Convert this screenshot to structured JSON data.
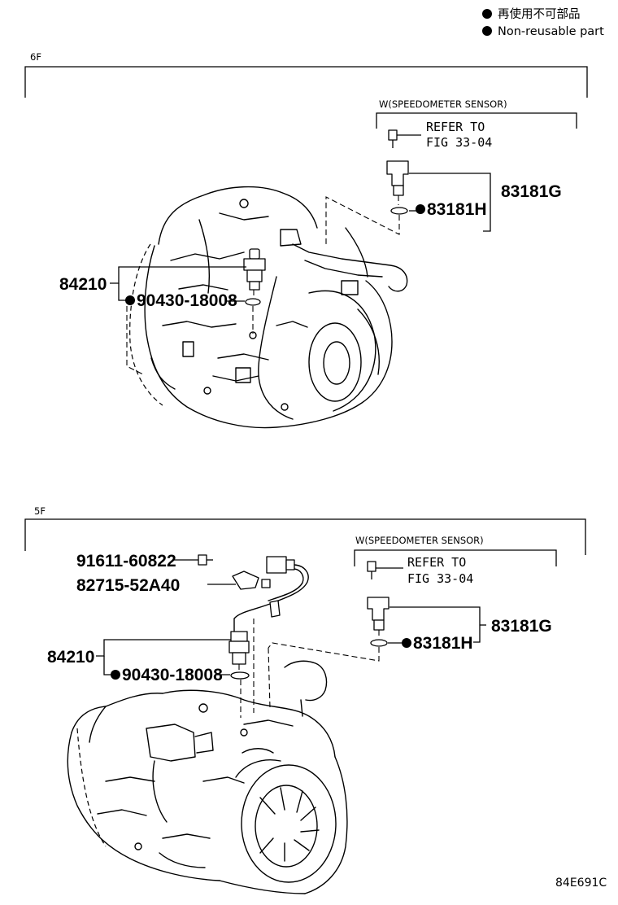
{
  "legend": {
    "ja": "再使用不可部品",
    "en": "Non-reusable part"
  },
  "figure_code": "84E691C",
  "sections": [
    {
      "label": "6F",
      "variant_caption": "W(SPEEDOMETER SENSOR)",
      "refer_line1": "REFER TO",
      "refer_line2": "FIG 33-04",
      "parts": [
        {
          "number": "83181G",
          "non_reusable": false
        },
        {
          "number": "83181H",
          "non_reusable": true
        },
        {
          "number": "84210",
          "non_reusable": false
        },
        {
          "number": "90430-18008",
          "non_reusable": true
        }
      ]
    },
    {
      "label": "5F",
      "variant_caption": "W(SPEEDOMETER SENSOR)",
      "refer_line1": "REFER TO",
      "refer_line2": "FIG 33-04",
      "parts": [
        {
          "number": "91611-60822",
          "non_reusable": false
        },
        {
          "number": "82715-52A40",
          "non_reusable": false
        },
        {
          "number": "84210",
          "non_reusable": false
        },
        {
          "number": "90430-18008",
          "non_reusable": true
        },
        {
          "number": "83181G",
          "non_reusable": false
        },
        {
          "number": "83181H",
          "non_reusable": true
        }
      ]
    }
  ]
}
